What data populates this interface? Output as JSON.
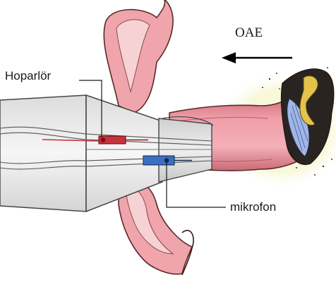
{
  "labels": {
    "oae": "OAE",
    "speaker": "Hoparlör",
    "microphone": "mikrofon"
  },
  "arrow": {
    "direction": "left"
  },
  "colors": {
    "speaker": "#c8323c",
    "microphone": "#3a6fc2",
    "ear_canal": "#e89aa3",
    "ear_canal_dark": "#c4606c",
    "probe_body": "#e9e9e9",
    "probe_outline": "#444444",
    "eardrum_blue": "#9fb6e6",
    "ossicle_gold": "#e4c24c",
    "background_glow": "#f7f5c8"
  }
}
